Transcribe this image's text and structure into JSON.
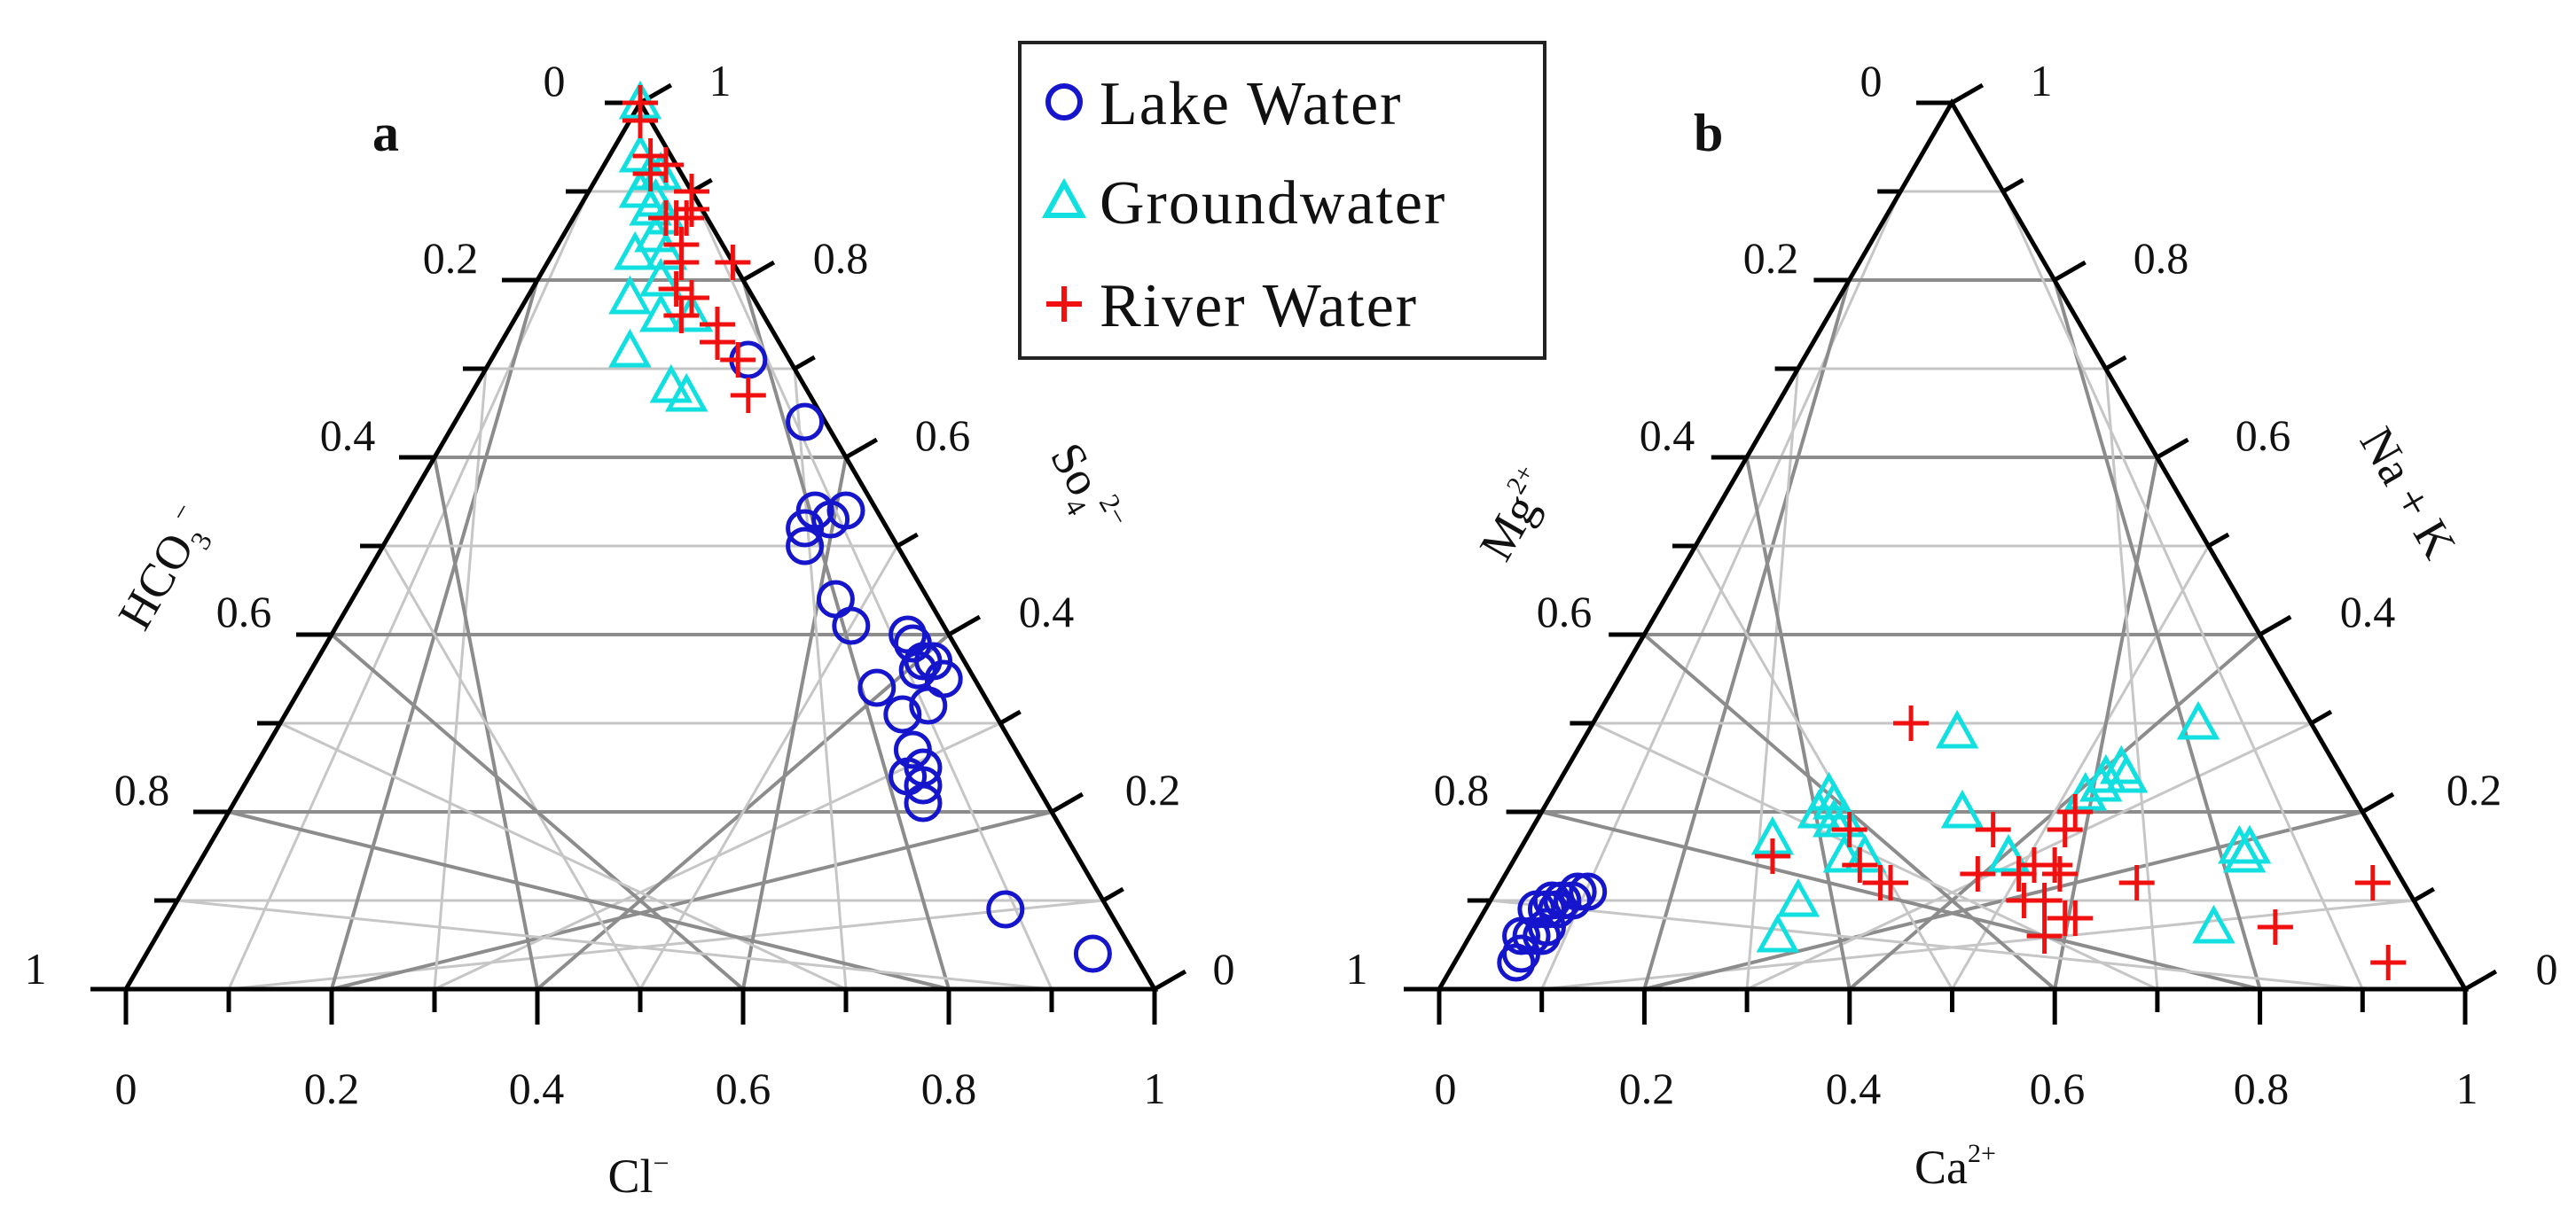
{
  "colors": {
    "lake": "#1515CC",
    "ground": "#12E0E0",
    "river": "#F01010",
    "grid_light": "#C6C6C6",
    "grid_dark": "#8C8C8C",
    "axis": "#000000"
  },
  "legend": {
    "items": [
      {
        "label": "Lake Water",
        "marker": "circle",
        "series": "lake"
      },
      {
        "label": "Groundwater",
        "marker": "triangle",
        "series": "ground"
      },
      {
        "label": "River Water",
        "marker": "plus",
        "series": "river"
      }
    ]
  },
  "chart_data": [
    {
      "type": "ternary-scatter",
      "panel_label": "a",
      "axis_labels": {
        "bottom": "Cl",
        "left": "HCO",
        "right": "So"
      },
      "bottom_ticks": [
        "0",
        "0.2",
        "0.4",
        "0.6",
        "0.8",
        "1"
      ],
      "left_ticks": [
        "1",
        "0.8",
        "0.6",
        "0.4",
        "0.2",
        "0"
      ],
      "right_ticks": [
        "0",
        "0.2",
        "0.4",
        "0.6",
        "0.8",
        "1"
      ],
      "grid": true,
      "component_order": [
        "HCO3-",
        "Cl-",
        "SO4 2-"
      ],
      "series": [
        {
          "name": "Lake Water",
          "key": "lake",
          "points": [
            [
              0.04,
              0.92
            ],
            [
              0.1,
              0.81
            ],
            [
              0.06,
              0.62
            ],
            [
              0.1,
              0.63
            ],
            [
              0.1,
              0.65
            ],
            [
              0.09,
              0.6
            ],
            [
              0.1,
              0.56
            ],
            [
              0.04,
              0.59
            ],
            [
              0.04,
              0.56
            ],
            [
              0.04,
              0.57
            ],
            [
              0.05,
              0.59
            ],
            [
              0.03,
              0.62
            ],
            [
              0.03,
              0.6
            ],
            [
              0.09,
              0.47
            ],
            [
              0.09,
              0.5
            ],
            [
              0.03,
              0.43
            ],
            [
              0.06,
              0.4
            ],
            [
              0.08,
              0.4
            ],
            [
              0.09,
              0.41
            ],
            [
              0.05,
              0.42
            ],
            [
              0.02,
              0.34
            ],
            [
              0.04,
              0.25
            ],
            [
              0.12,
              0.64
            ],
            [
              0.11,
              0.66
            ],
            [
              0.12,
              0.67
            ]
          ]
        },
        {
          "name": "Groundwater",
          "key": "ground",
          "points": [
            [
              0.0,
              0.0
            ],
            [
              0.03,
              0.03
            ],
            [
              0.05,
              0.05
            ],
            [
              0.09,
              0.08
            ],
            [
              0.12,
              0.1
            ],
            [
              0.15,
              0.13
            ],
            [
              0.13,
              0.19
            ],
            [
              0.12,
              0.21
            ],
            [
              0.07,
              0.17
            ],
            [
              0.1,
              0.14
            ],
            [
              0.08,
              0.12
            ],
            [
              0.06,
              0.09
            ],
            [
              0.05,
              0.07
            ],
            [
              0.04,
              0.07
            ],
            [
              0.03,
              0.05
            ],
            [
              0.02,
              0.06
            ],
            [
              0.04,
              0.09
            ],
            [
              0.06,
              0.11
            ]
          ]
        },
        {
          "name": "River Water",
          "key": "river",
          "points": [
            [
              0.0,
              0.0
            ],
            [
              0.01,
              0.01
            ],
            [
              0.03,
              0.05
            ],
            [
              0.04,
              0.09
            ],
            [
              0.05,
              0.13
            ],
            [
              0.06,
              0.16
            ],
            [
              0.06,
              0.21
            ],
            [
              0.05,
              0.24
            ],
            [
              0.06,
              0.27
            ],
            [
              0.03,
              0.1
            ],
            [
              0.02,
              0.11
            ],
            [
              0.01,
              0.06
            ],
            [
              0.0,
              0.1
            ],
            [
              0.0,
              0.18
            ],
            [
              0.04,
              0.12
            ],
            [
              0.07,
              0.14
            ],
            [
              0.05,
              0.2
            ],
            [
              0.08,
              0.16
            ],
            [
              0.02,
              0.04
            ],
            [
              0.01,
              0.11
            ]
          ]
        }
      ]
    },
    {
      "type": "ternary-scatter",
      "panel_label": "b",
      "axis_labels": {
        "bottom": "Ca",
        "left": "Mg",
        "right": "Na + K"
      },
      "bottom_ticks": [
        "0",
        "0.2",
        "0.4",
        "0.6",
        "0.8",
        "1"
      ],
      "left_ticks": [
        "1",
        "0.8",
        "0.6",
        "0.4",
        "0.2",
        "0"
      ],
      "right_ticks": [
        "0",
        "0.2",
        "0.4",
        "0.6",
        "0.8",
        "1"
      ],
      "grid": true,
      "component_order": [
        "Na+ + K+",
        "Ca2+",
        "Mg2+"
      ],
      "series": [
        {
          "name": "Lake Water",
          "key": "lake",
          "points": [
            [
              0.91,
              0.06
            ],
            [
              0.9,
              0.06
            ],
            [
              0.89,
              0.05
            ],
            [
              0.88,
              0.06
            ],
            [
              0.87,
              0.07
            ],
            [
              0.86,
              0.07
            ],
            [
              0.85,
              0.06
            ],
            [
              0.84,
              0.07
            ],
            [
              0.83,
              0.07
            ],
            [
              0.82,
              0.08
            ],
            [
              0.81,
              0.08
            ],
            [
              0.8,
              0.09
            ],
            [
              0.86,
              0.05
            ],
            [
              0.84,
              0.06
            ]
          ]
        },
        {
          "name": "Groundwater",
          "key": "ground",
          "points": [
            [
              0.59,
              0.24
            ],
            [
              0.6,
              0.3
            ],
            [
              0.53,
              0.27
            ],
            [
              0.51,
              0.27
            ],
            [
              0.51,
              0.28
            ],
            [
              0.51,
              0.3
            ],
            [
              0.52,
              0.29
            ],
            [
              0.51,
              0.34
            ],
            [
              0.39,
              0.41
            ],
            [
              0.35,
              0.36
            ],
            [
              0.37,
              0.48
            ],
            [
              0.26,
              0.52
            ],
            [
              0.24,
              0.53
            ],
            [
              0.23,
              0.53
            ],
            [
              0.21,
              0.54
            ],
            [
              0.21,
              0.55
            ],
            [
              0.21,
              0.72
            ],
            [
              0.13,
              0.71
            ],
            [
              0.14,
              0.71
            ],
            [
              0.14,
              0.7
            ],
            [
              0.11,
              0.59
            ],
            [
              0.53,
              0.32
            ],
            [
              0.64,
              0.3
            ],
            [
              0.13,
              0.71
            ]
          ]
        },
        {
          "name": "River Water",
          "key": "river",
          "points": [
            [
              0.52,
              0.34
            ],
            [
              0.51,
              0.31
            ],
            [
              0.51,
              0.37
            ],
            [
              0.5,
              0.38
            ],
            [
              0.39,
              0.31
            ],
            [
              0.41,
              0.46
            ],
            [
              0.37,
              0.45
            ],
            [
              0.38,
              0.52
            ],
            [
              0.36,
              0.54
            ],
            [
              0.33,
              0.54
            ],
            [
              0.34,
              0.58
            ],
            [
              0.3,
              0.52
            ],
            [
              0.28,
              0.52
            ],
            [
              0.38,
              0.56
            ],
            [
              0.35,
              0.57
            ],
            [
              0.37,
              0.5
            ],
            [
              0.26,
              0.62
            ],
            [
              0.03,
              0.85
            ],
            [
              0.06,
              0.91
            ],
            [
              0.15,
              0.78
            ],
            [
              0.35,
              0.51
            ],
            [
              0.33,
              0.53
            ],
            [
              0.6,
              0.25
            ]
          ]
        }
      ]
    }
  ]
}
